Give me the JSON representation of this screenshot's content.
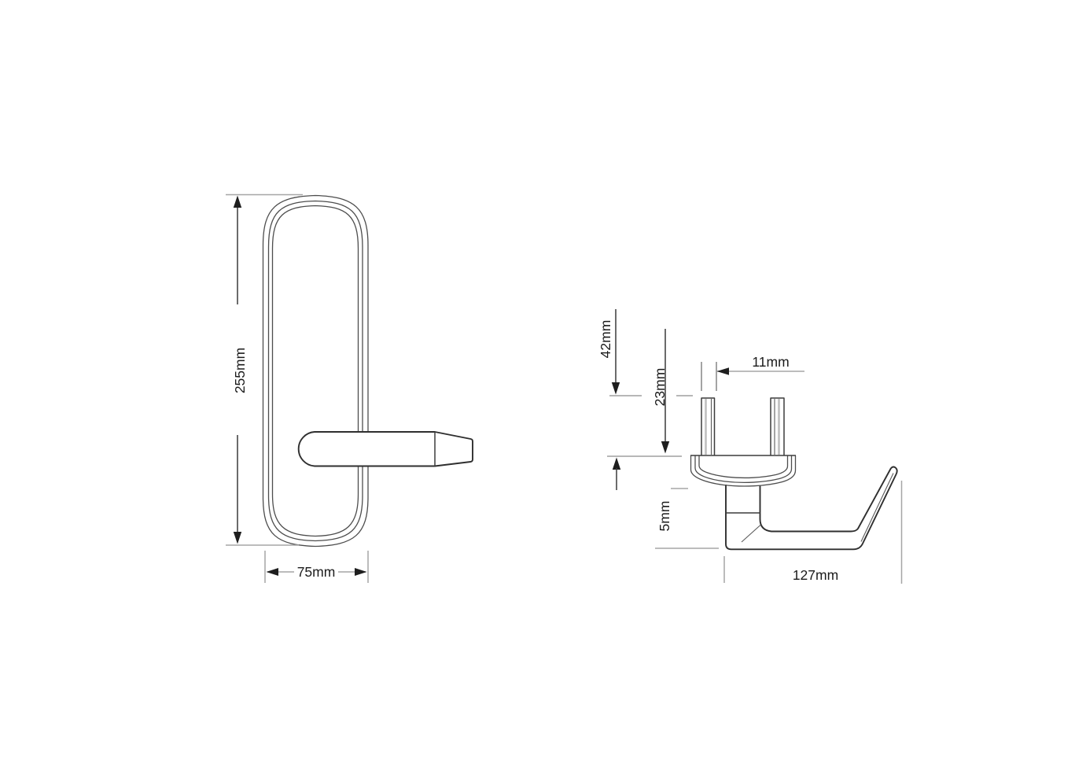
{
  "drawing": {
    "kind": "technical-dimension-drawing",
    "views": [
      {
        "id": "front-view",
        "dimension_labels": [
          "255mm",
          "75mm"
        ]
      },
      {
        "id": "side-view",
        "dimension_labels": [
          "42mm",
          "23mm",
          "11mm",
          "5mm",
          "127mm"
        ]
      }
    ]
  },
  "labels": {
    "plate_height": "255mm",
    "plate_width": "75mm",
    "dim_42": "42mm",
    "dim_23": "23mm",
    "dim_11": "11mm",
    "dim_5": "5mm",
    "dim_127": "127mm"
  },
  "colors": {
    "background": "#ffffff",
    "outline": "#2f2f2f",
    "plate_line": "#4d4d4d",
    "dimension_line": "#3a3a3a",
    "extension_line": "#a6a6a6",
    "text": "#1b1b1b"
  }
}
